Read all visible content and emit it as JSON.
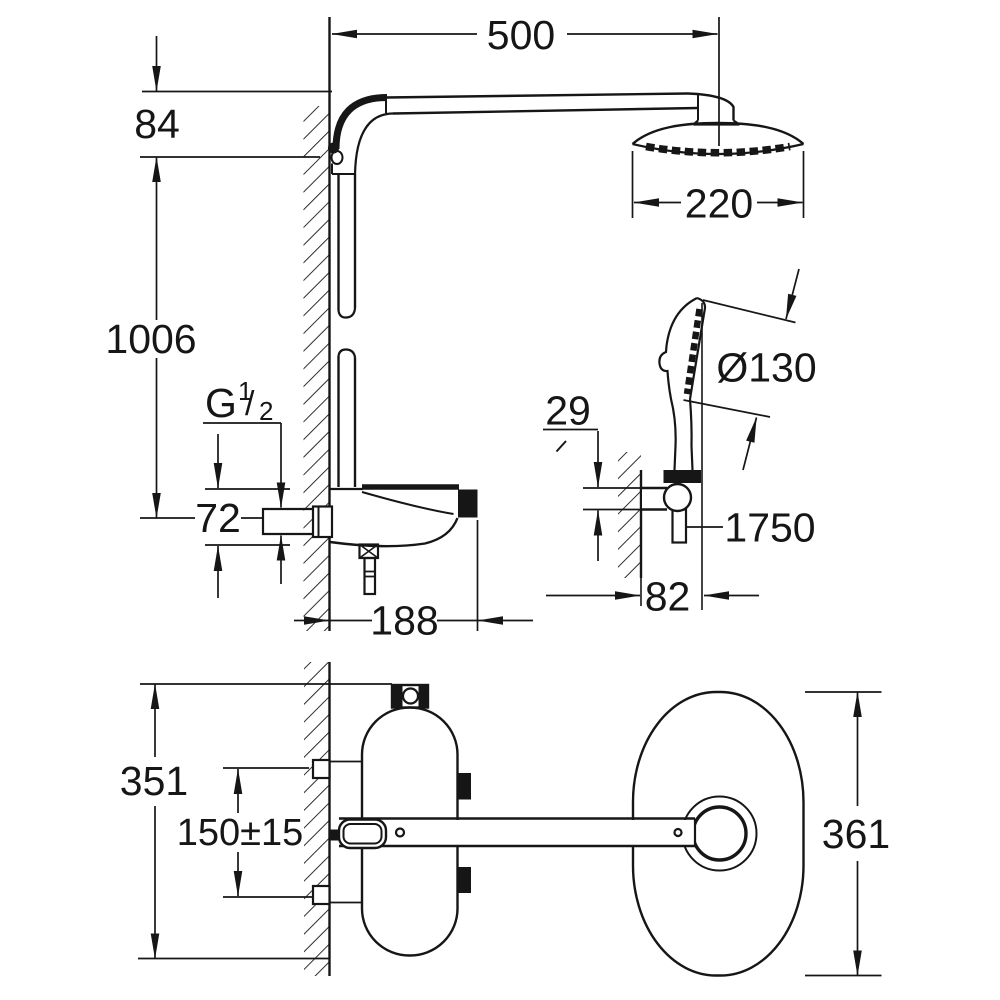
{
  "figure": {
    "background": "#ffffff",
    "ink": "#161616",
    "views": {
      "front": {
        "labels": {
          "arm_reach": "500",
          "arm_drop": "84",
          "rail_height": "1006",
          "head_width": "220",
          "hand_shower_diameter": "Ø130",
          "holder_thickness": "29",
          "thread_g": "G",
          "thread_numerator": "1",
          "thread_slash": "/",
          "thread_denominator": "2",
          "outlet_height": "72",
          "hose_length": "1750",
          "holder_offset": "82",
          "body_depth": "188"
        }
      },
      "top": {
        "labels": {
          "plate_height": "351",
          "supply_spacing": "150±15",
          "head_length": "361"
        }
      }
    }
  }
}
